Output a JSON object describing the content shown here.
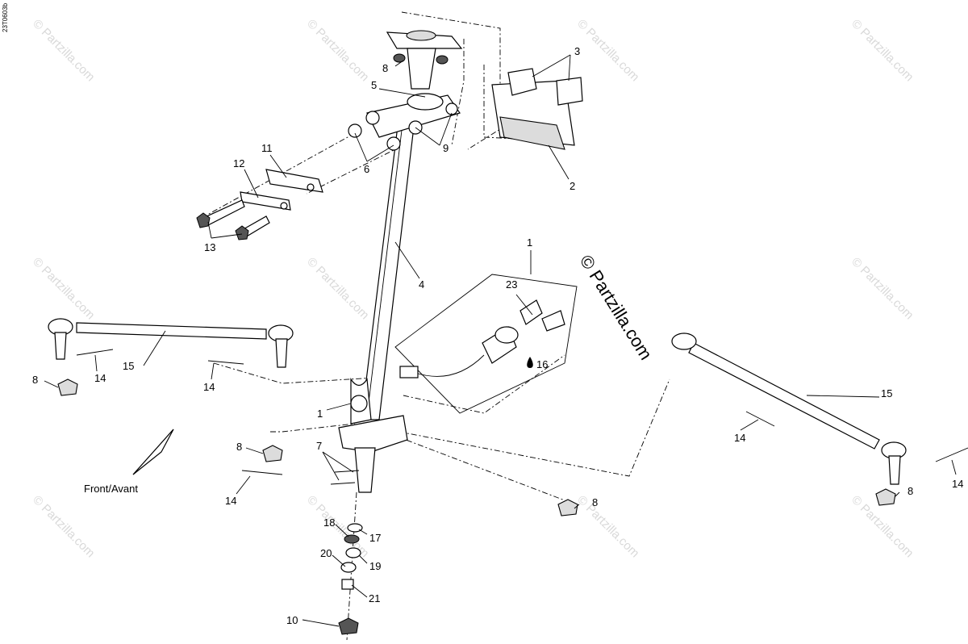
{
  "diagram_code": "23T0603b",
  "watermark": {
    "text": "© Partzilla.com",
    "center_text": "© Partzilla.com"
  },
  "front_label": "Front/Avant",
  "callouts": {
    "c1_top": "1",
    "c1_left": "1",
    "c2": "2",
    "c3": "3",
    "c4": "4",
    "c5": "5",
    "c6": "6",
    "c7": "7",
    "c8_top": "8",
    "c8_left": "8",
    "c8_mid": "8",
    "c8_center": "8",
    "c8_right": "8",
    "c9": "9",
    "c10": "10",
    "c11": "11",
    "c12": "12",
    "c13": "13",
    "c14_a": "14",
    "c14_b": "14",
    "c14_c": "14",
    "c14_d": "14",
    "c14_e": "14",
    "c15_left": "15",
    "c15_right": "15",
    "c16": "16",
    "c17": "17",
    "c18": "18",
    "c19": "19",
    "c20": "20",
    "c21": "21",
    "c23": "23"
  }
}
